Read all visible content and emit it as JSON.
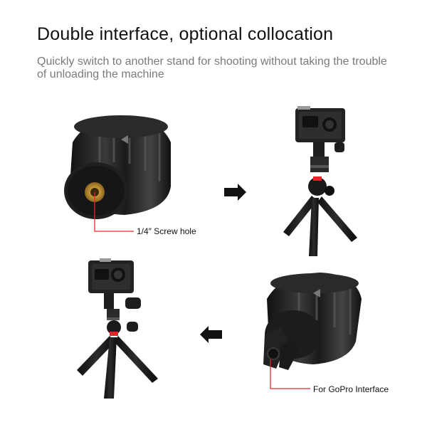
{
  "heading": {
    "title": "Double interface, optional collocation",
    "subtitle": "Quickly switch to another stand for shooting without taking the trouble of unloading the machine"
  },
  "callouts": {
    "screw_hole": "1/4″ Screw hole",
    "gopro_interface": "For GoPro Interface"
  },
  "colors": {
    "accent_red": "#e3262c",
    "product_black": "#1c1c1c",
    "brass": "#c99a3b"
  },
  "icons": {
    "arrow_right": "arrow-right-icon",
    "arrow_left": "arrow-left-icon"
  }
}
